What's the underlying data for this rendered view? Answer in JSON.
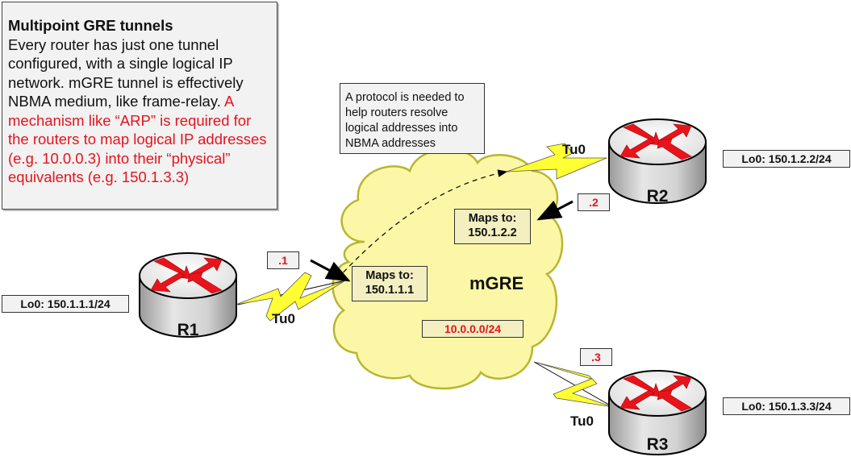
{
  "notes": {
    "main": {
      "title": "Multipoint GRE tunnels",
      "body_black": "Every router has just one tunnel configured, with a single logical IP network. mGRE tunnel is effectively NBMA medium, like frame-relay. ",
      "body_red": "A mechanism like “ARP” is required for the routers to map logical IP addresses (e.g. 10.0.0.3) into their “physical” equivalents (e.g. 150.1.3.3)"
    },
    "protocol": "A protocol is needed to help routers resolve logical addresses into NBMA addresses"
  },
  "cloud": {
    "label": "mGRE",
    "network": "10.0.0.0/24",
    "fill_color": "#fbf7a6",
    "stroke_color": "#b8b630"
  },
  "mappings": [
    {
      "line1": "Maps to:",
      "line2": "150.1.1.1"
    },
    {
      "line1": "Maps to:",
      "line2": "150.1.2.2"
    }
  ],
  "routers": [
    {
      "name": "R1",
      "loopback": "Lo0: 150.1.1.1/24",
      "tunnel": "Tu0",
      "host_id": ".1"
    },
    {
      "name": "R2",
      "loopback": "Lo0: 150.1.2.2/24",
      "tunnel": "Tu0",
      "host_id": ".2"
    },
    {
      "name": "R3",
      "loopback": "Lo0: 150.1.3.3/24",
      "tunnel": "Tu0",
      "host_id": ".3"
    }
  ],
  "colors": {
    "accent_red": "#e4141e",
    "bolt_yellow": "#ffff33",
    "router_body": "#c8c8c8"
  }
}
